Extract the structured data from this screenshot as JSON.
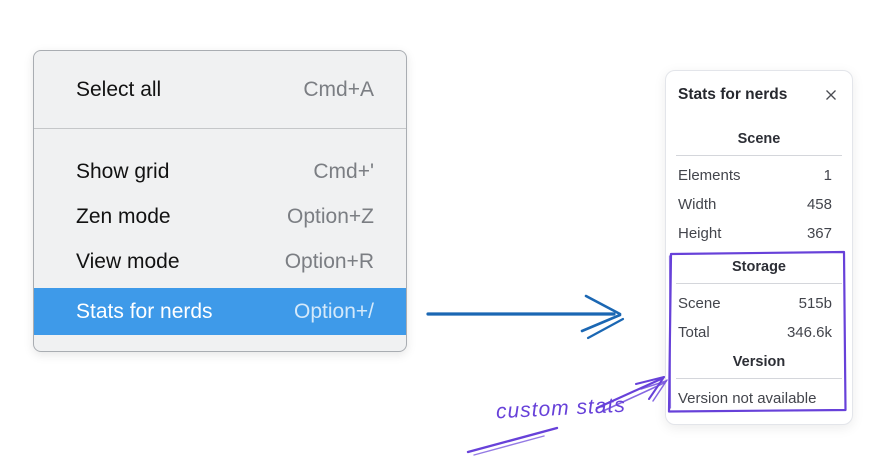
{
  "colors": {
    "menu_highlight": "#3e9ae9",
    "arrow_blue": "#1b67b3",
    "annotation_purple": "#6741d9"
  },
  "context_menu": {
    "items": [
      {
        "label": "Select all",
        "shortcut": "Cmd+A"
      },
      {
        "label": "Show grid",
        "shortcut": "Cmd+'"
      },
      {
        "label": "Zen mode",
        "shortcut": "Option+Z"
      },
      {
        "label": "View mode",
        "shortcut": "Option+R"
      },
      {
        "label": "Stats for nerds",
        "shortcut": "Option+/",
        "selected": true
      }
    ]
  },
  "stats_panel": {
    "title": "Stats for nerds",
    "sections": [
      {
        "title": "Scene",
        "rows": [
          {
            "label": "Elements",
            "value": "1"
          },
          {
            "label": "Width",
            "value": "458"
          },
          {
            "label": "Height",
            "value": "367"
          }
        ]
      },
      {
        "title": "Storage",
        "rows": [
          {
            "label": "Scene",
            "value": "515b"
          },
          {
            "label": "Total",
            "value": "346.6k"
          }
        ]
      },
      {
        "title": "Version",
        "note": "Version not available"
      }
    ]
  },
  "annotation": {
    "label": "custom stats"
  }
}
